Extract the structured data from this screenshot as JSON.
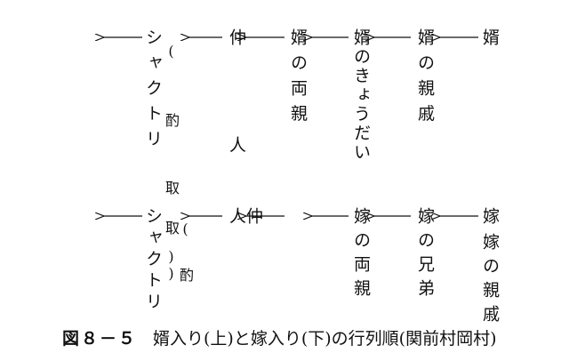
{
  "diagram": {
    "upper_row": {
      "nodes": [
        {
          "text": "婿の親戚"
        },
        {
          "text": "婿のきょうだい"
        },
        {
          "text": "婿の両親"
        },
        {
          "text": "仲人"
        },
        {
          "text": "シャクトリ",
          "note": "(酌取)"
        }
      ],
      "start": "婿"
    },
    "lower_row": {
      "nodes": [
        {
          "text": "嫁の親戚"
        },
        {
          "text": "嫁の兄弟"
        },
        {
          "text": "嫁の両親"
        },
        {
          "text": "仲人"
        },
        {
          "text": "シャクトリ",
          "note": "(酌取)"
        }
      ],
      "start": "嫁"
    }
  },
  "caption": {
    "figure_label": "図８－５",
    "text": "婿入り(上)と嫁入り(下)の行列順(関前村岡村)"
  }
}
